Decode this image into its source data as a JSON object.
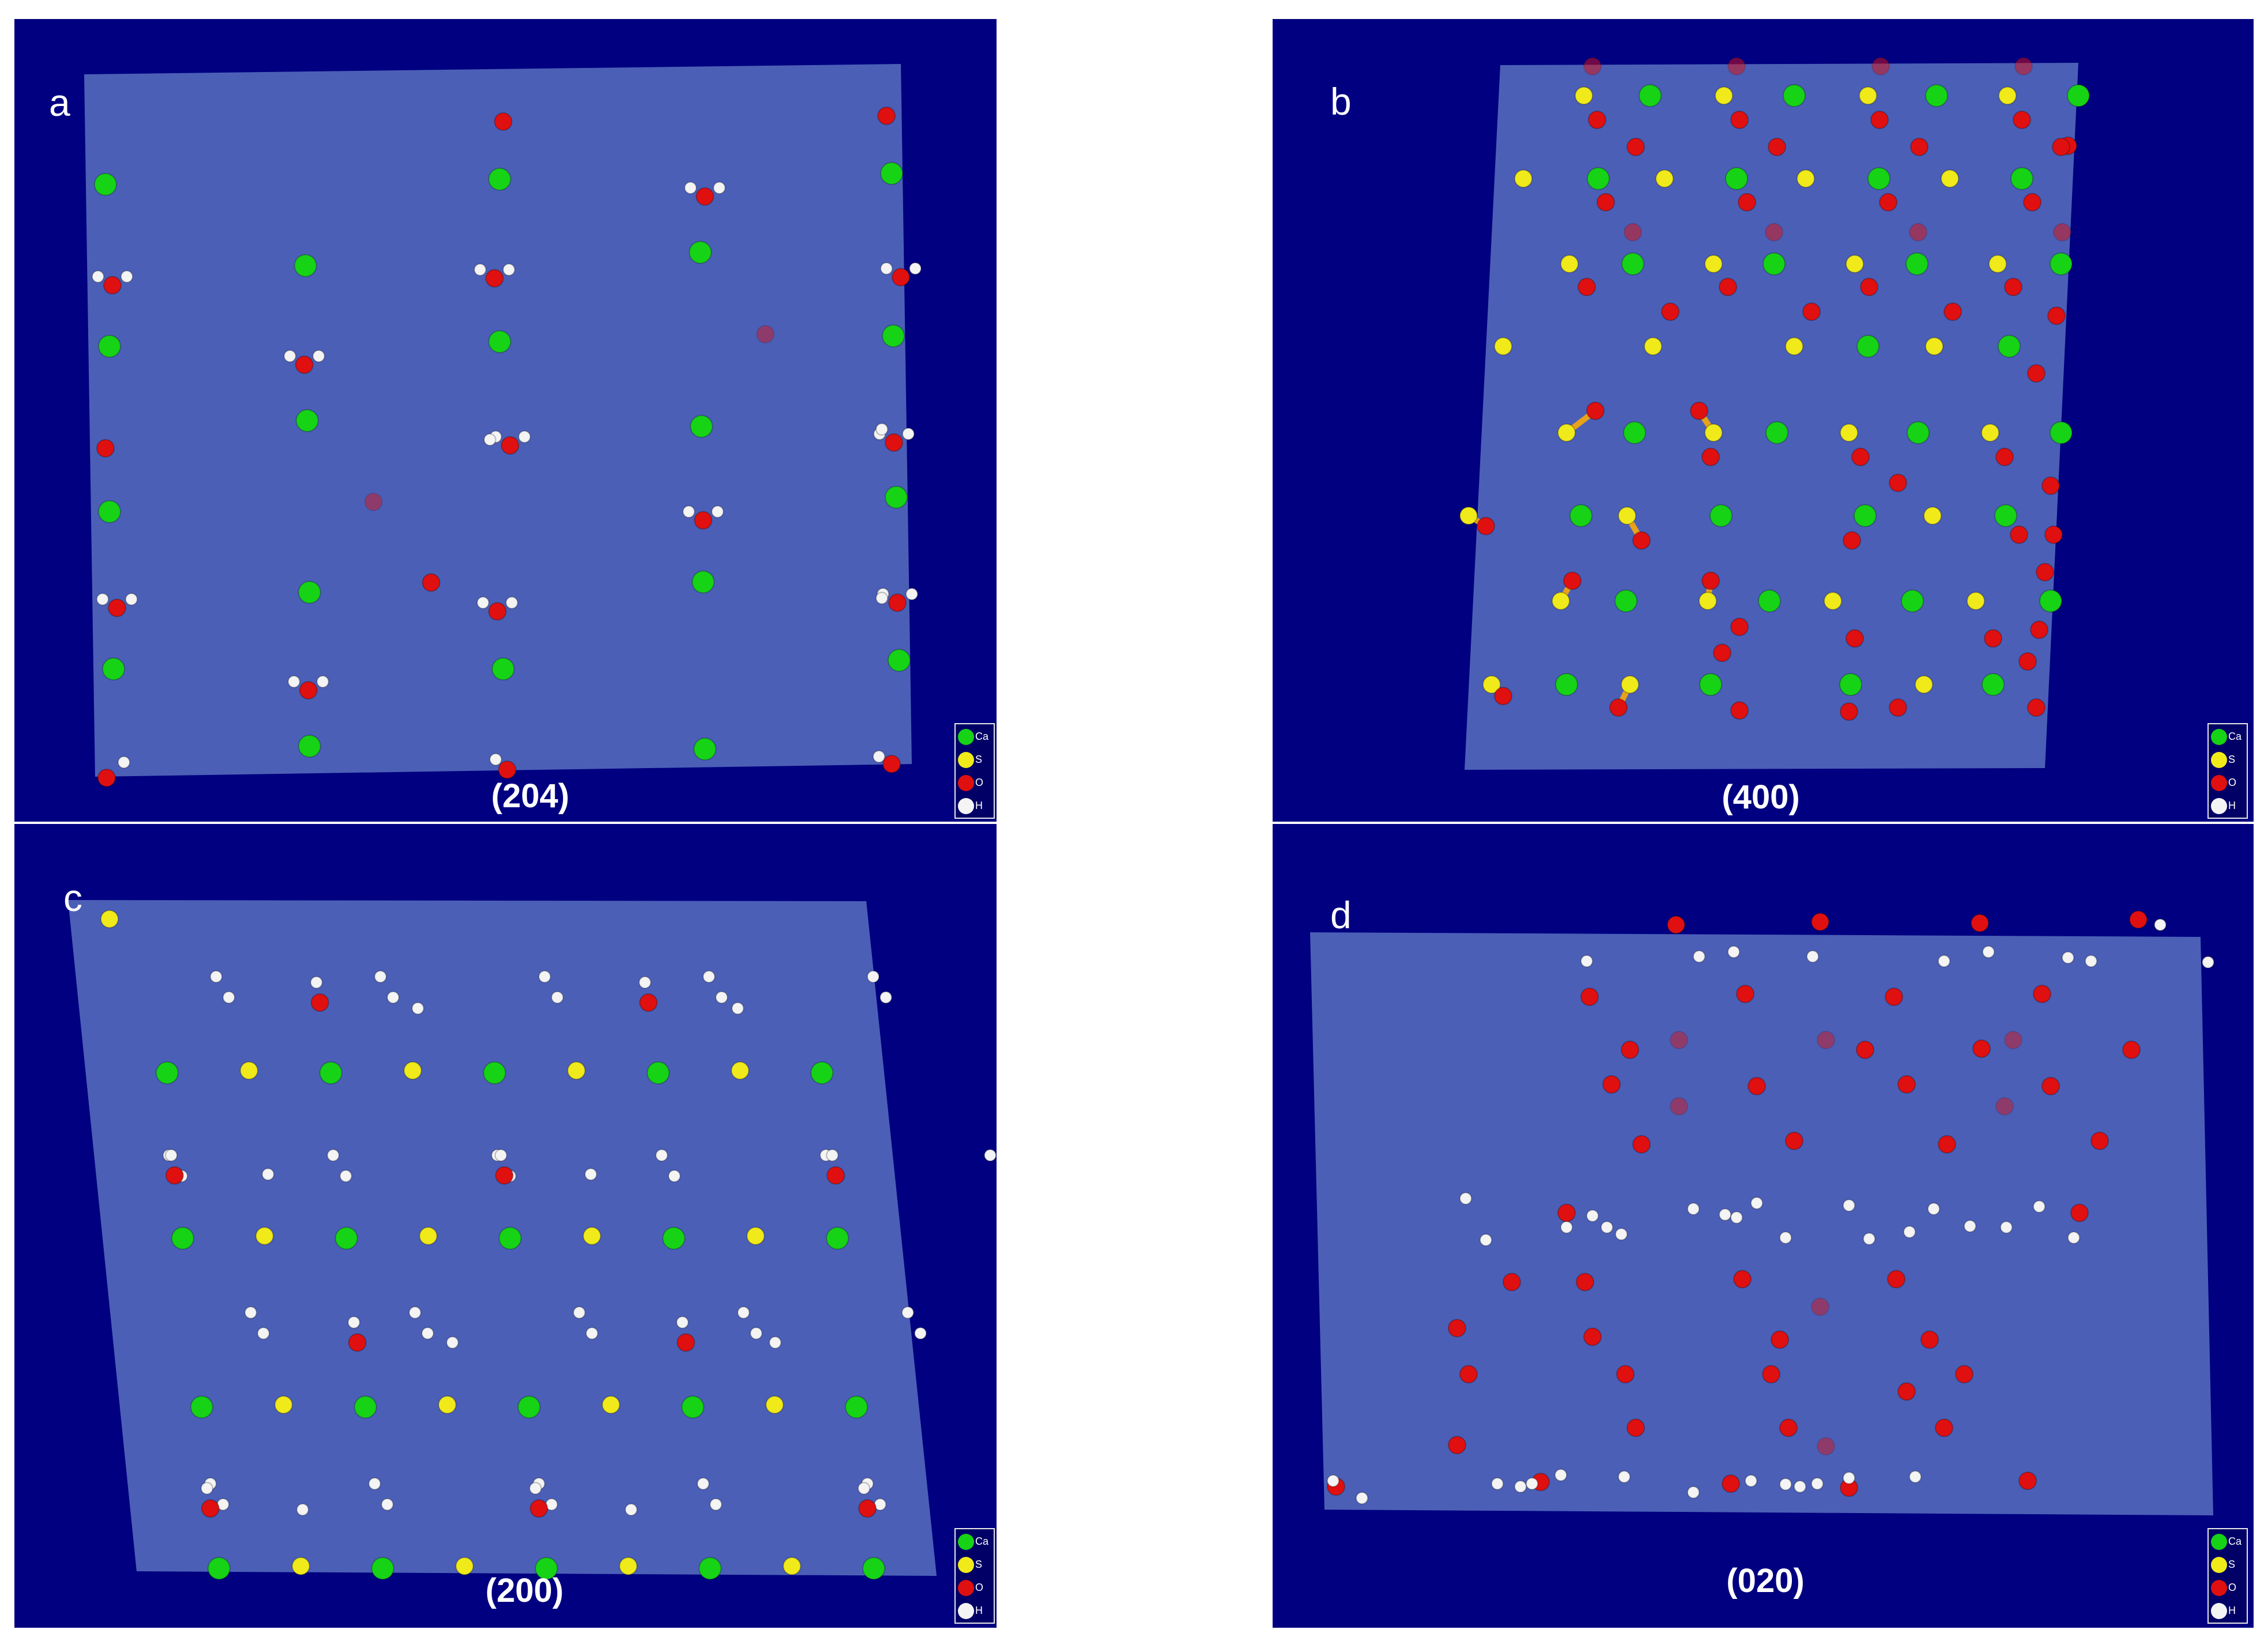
{
  "colors": {
    "background": "#000080",
    "plane": "#4b5fb7",
    "Ca": "#16d316",
    "S": "#f0ea1a",
    "O": "#e01010",
    "H": "#f4f4f4",
    "bond_S": "#e8a21a"
  },
  "legend": [
    {
      "label": "Ca",
      "element": "Ca"
    },
    {
      "label": "S",
      "element": "S"
    },
    {
      "label": "O",
      "element": "O"
    },
    {
      "label": "H",
      "element": "H"
    }
  ],
  "panels": [
    {
      "id": "a",
      "letter": "a",
      "plane": "(204)"
    },
    {
      "id": "b",
      "letter": "b",
      "plane": "(400)"
    },
    {
      "id": "c",
      "letter": "c",
      "plane": "(200)"
    },
    {
      "id": "d",
      "letter": "d",
      "plane": "(020)"
    }
  ]
}
